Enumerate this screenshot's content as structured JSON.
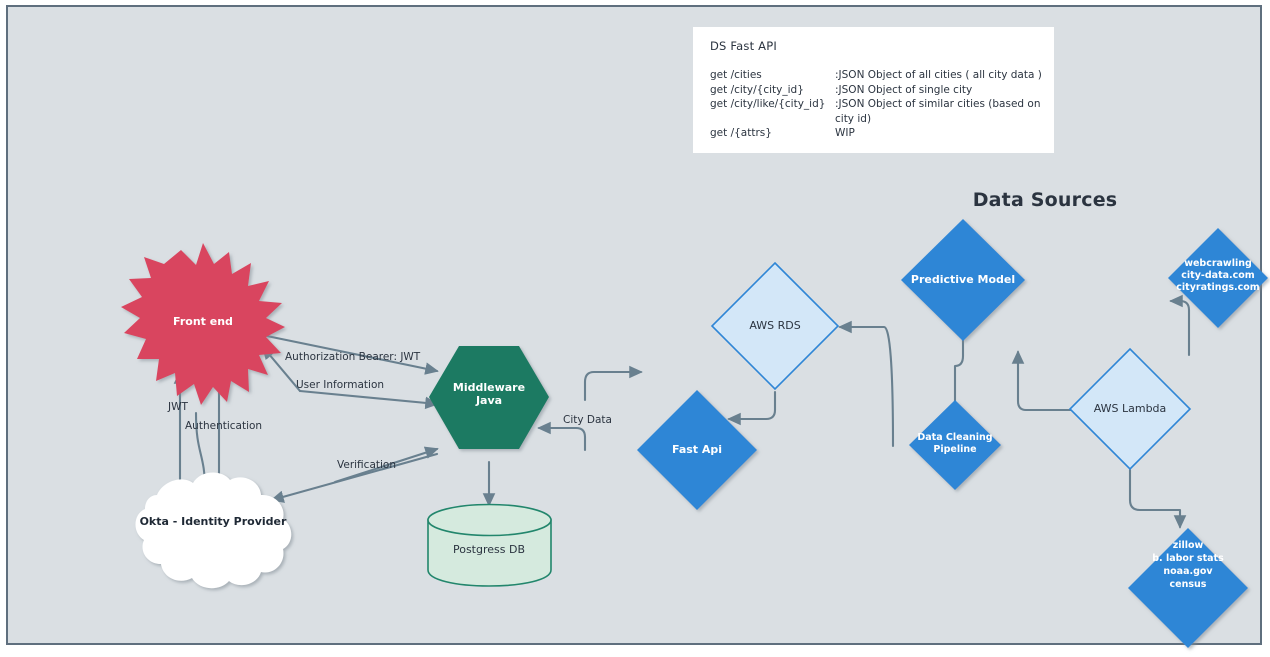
{
  "canvas": {
    "background_color": "#dadfe3",
    "border_color": "#5f6f7e"
  },
  "api_card": {
    "title": "DS Fast API",
    "rows": [
      {
        "endpoint": "get /cities",
        "description": ":JSON Object of all cities ( all city data )"
      },
      {
        "endpoint": "get /city/{city_id}",
        "description": ":JSON Object of single city"
      },
      {
        "endpoint": "get /city/like/{city_id}",
        "description": ":JSON Object of similar cities (based on city id)"
      },
      {
        "endpoint": "get /{attrs}",
        "description": "WIP"
      }
    ]
  },
  "section_titles": {
    "data_sources": "Data Sources"
  },
  "nodes": {
    "frontend": {
      "label": "Front end",
      "shape": "starburst",
      "fill": "#d9455f",
      "text_color": "#ffffff"
    },
    "okta": {
      "label": "Okta - Identity Provider",
      "shape": "cloud",
      "fill": "#ffffff",
      "text_color": "#1f2935"
    },
    "middleware": {
      "label_line1": "Middleware",
      "label_line2": "Java",
      "shape": "hexagon",
      "fill": "#1a7a62",
      "text_color": "#ffffff"
    },
    "postgres": {
      "label": "Postgress DB",
      "shape": "cylinder",
      "fill": "#d5eade",
      "stroke": "#22866c",
      "text_color": "#2b3440"
    },
    "fast_api": {
      "label": "Fast Api",
      "shape": "diamond",
      "fill": "#2f86d6",
      "text_color": "#ffffff"
    },
    "aws_rds": {
      "label": "AWS RDS",
      "shape": "diamond",
      "fill": "#d3e7f8",
      "stroke": "#2f86d6",
      "text_color": "#2b3440"
    },
    "predictive_model": {
      "label": "Predictive Model",
      "shape": "diamond",
      "fill": "#2f86d6",
      "text_color": "#ffffff"
    },
    "data_cleaning": {
      "label_line1": "Data Cleaning",
      "label_line2": "Pipeline",
      "shape": "diamond",
      "fill": "#2f86d6",
      "text_color": "#ffffff"
    },
    "aws_lambda": {
      "label": "AWS Lambda",
      "shape": "diamond",
      "fill": "#d3e7f8",
      "stroke": "#2f86d6",
      "text_color": "#2b3440"
    },
    "webcrawling": {
      "lines": [
        "webcrawling",
        "city-data.com",
        "cityratings.com"
      ],
      "shape": "diamond",
      "fill": "#2f86d6",
      "text_color": "#ffffff"
    },
    "public_sources": {
      "lines": [
        "zillow",
        "b. labor stats",
        "noaa.gov",
        "census"
      ],
      "shape": "diamond",
      "fill": "#2f86d6",
      "text_color": "#ffffff"
    }
  },
  "edges": [
    {
      "id": "auth-bearer-jwt",
      "label": "Authorization Bearer: JWT",
      "from": "frontend",
      "to": "middleware"
    },
    {
      "id": "user-information",
      "label": "User Information",
      "from": "middleware",
      "to": "frontend"
    },
    {
      "id": "jwt",
      "label": "JWT",
      "from": "okta",
      "to": "frontend"
    },
    {
      "id": "authentication",
      "label": "Authentication",
      "from": "frontend",
      "to": "okta"
    },
    {
      "id": "verification",
      "label": "Verification",
      "from": "middleware",
      "to": "okta"
    },
    {
      "id": "city-data",
      "label": "City Data",
      "from": "fast_api",
      "to": "middleware"
    }
  ],
  "connector_color": "#69808f"
}
